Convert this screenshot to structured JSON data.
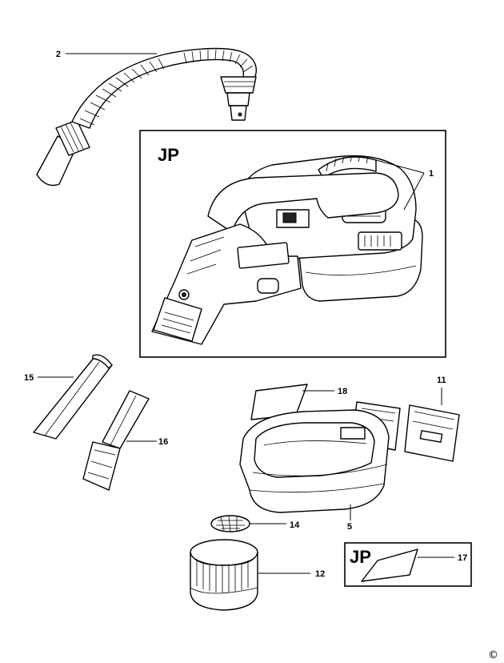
{
  "labels": {
    "p1": "1",
    "p2": "2",
    "p5": "5",
    "p11": "11",
    "p12": "12",
    "p14": "14",
    "p15": "15",
    "p16": "16",
    "p17": "17",
    "p18": "18"
  },
  "regions": {
    "main_box": "JP",
    "small_box": "JP"
  },
  "copyright": "©"
}
